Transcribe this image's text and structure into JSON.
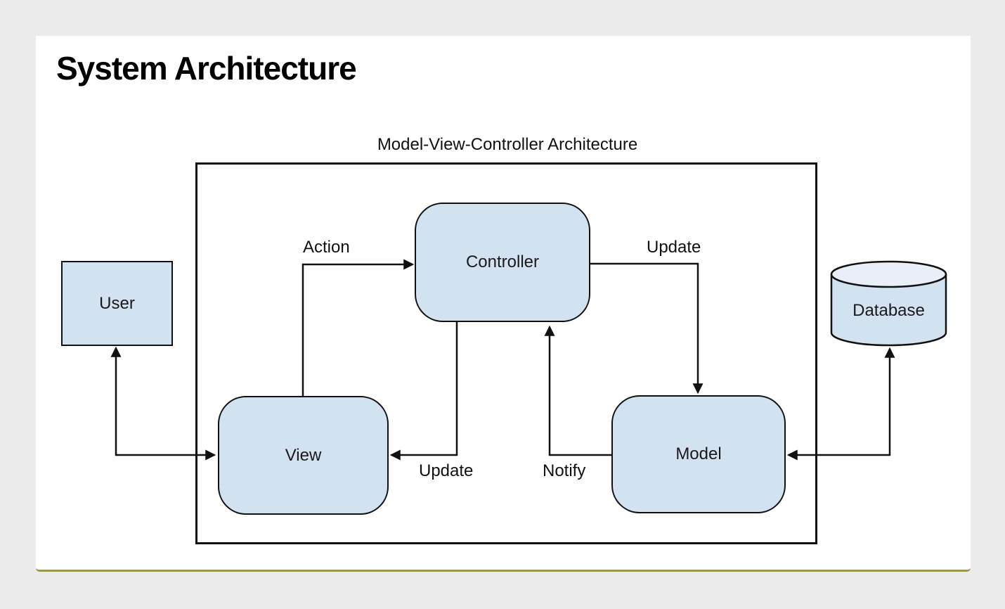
{
  "page": {
    "title": "System Architecture",
    "background_color": "#ebebeb",
    "slide_background": "#ffffff",
    "slide_edge_color": "#a29356"
  },
  "diagram": {
    "container_label": "Model-View-Controller Architecture",
    "colors": {
      "node_fill": "#d3e2f0",
      "cylinder_top_fill": "#e9eef7",
      "stroke": "#111111",
      "text": "#1a1a1a"
    },
    "nodes": {
      "user": {
        "label": "User",
        "shape": "rectangle"
      },
      "controller": {
        "label": "Controller",
        "shape": "rounded-rectangle"
      },
      "view": {
        "label": "View",
        "shape": "rounded-rectangle"
      },
      "model": {
        "label": "Model",
        "shape": "rounded-rectangle"
      },
      "database": {
        "label": "Database",
        "shape": "cylinder"
      }
    },
    "edges": {
      "user_view": {
        "from": "User",
        "to": "View",
        "arrows": "both",
        "label": ""
      },
      "view_to_controller": {
        "from": "View",
        "to": "Controller",
        "arrows": "end",
        "label": "Action"
      },
      "controller_to_view": {
        "from": "Controller",
        "to": "View",
        "arrows": "end",
        "label": "Update"
      },
      "model_to_controller": {
        "from": "Model",
        "to": "Controller",
        "arrows": "end",
        "label": "Notify"
      },
      "controller_to_model": {
        "from": "Controller",
        "to": "Model",
        "arrows": "end",
        "label": "Update"
      },
      "model_database": {
        "from": "Model",
        "to": "Database",
        "arrows": "both",
        "label": ""
      }
    }
  }
}
